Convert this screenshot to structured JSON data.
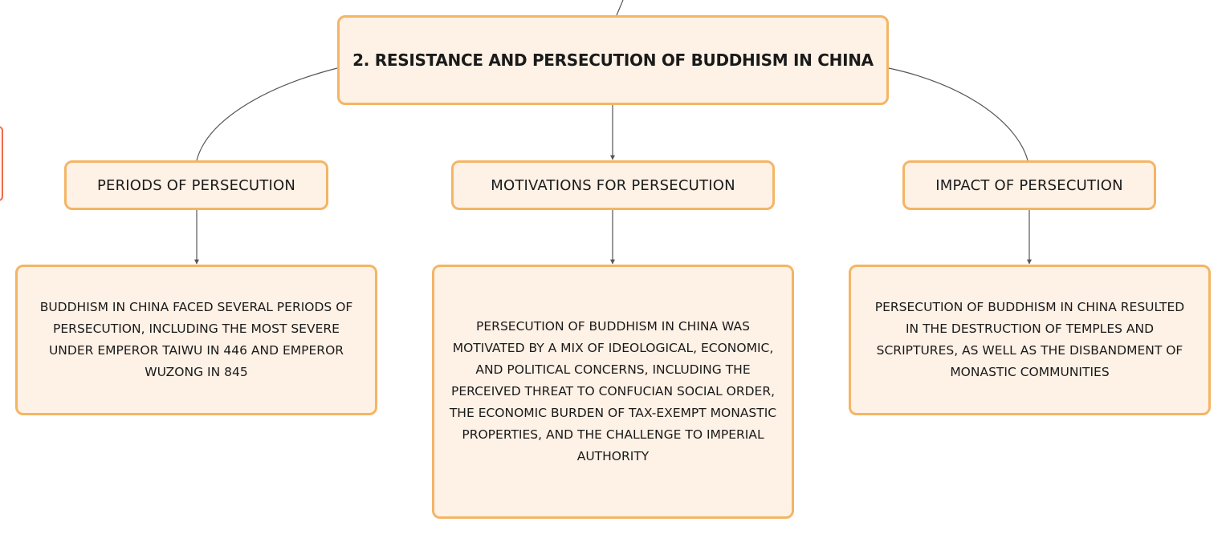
{
  "root": {
    "title": "2. RESISTANCE AND PERSECUTION OF BUDDHISM IN CHINA"
  },
  "branches": [
    {
      "topic": "PERIODS OF PERSECUTION",
      "detail": "BUDDHISM IN CHINA FACED SEVERAL PERIODS OF PERSECUTION, INCLUDING THE MOST SEVERE UNDER EMPEROR TAIWU IN 446 AND EMPEROR WUZONG IN 845"
    },
    {
      "topic": "MOTIVATIONS FOR PERSECUTION",
      "detail": "PERSECUTION OF BUDDHISM IN CHINA WAS MOTIVATED BY A MIX OF IDEOLOGICAL, ECONOMIC, AND POLITICAL CONCERNS, INCLUDING THE PERCEIVED THREAT TO CONFUCIAN SOCIAL ORDER, THE ECONOMIC BURDEN OF TAX-EXEMPT MONASTIC PROPERTIES, AND THE CHALLENGE TO IMPERIAL AUTHORITY"
    },
    {
      "topic": "IMPACT OF PERSECUTION",
      "detail": "PERSECUTION OF BUDDHISM IN CHINA RESULTED IN THE DESTRUCTION OF TEMPLES AND SCRIPTURES, AS WELL AS THE DISBANDMENT OF MONASTIC COMMUNITIES"
    }
  ],
  "colors": {
    "node_fill": "#fef1e6",
    "node_border": "#f4b565",
    "connector": "#555555",
    "side_tab_border": "#ee6b4d"
  }
}
